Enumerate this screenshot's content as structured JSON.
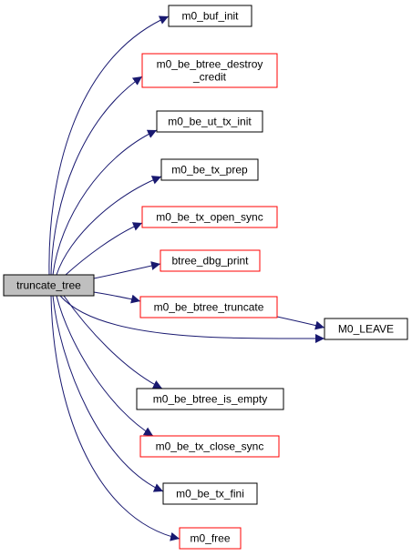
{
  "graph": {
    "root": {
      "id": "truncate_tree",
      "label": [
        "truncate_tree"
      ]
    },
    "nodes": [
      {
        "id": "m0_buf_init",
        "label": [
          "m0_buf_init"
        ],
        "border": "black"
      },
      {
        "id": "m0_be_btree_destroy_credit",
        "label": [
          "m0_be_btree_destroy",
          "_credit"
        ],
        "border": "red"
      },
      {
        "id": "m0_be_ut_tx_init",
        "label": [
          "m0_be_ut_tx_init"
        ],
        "border": "black"
      },
      {
        "id": "m0_be_tx_prep",
        "label": [
          "m0_be_tx_prep"
        ],
        "border": "black"
      },
      {
        "id": "m0_be_tx_open_sync",
        "label": [
          "m0_be_tx_open_sync"
        ],
        "border": "red"
      },
      {
        "id": "btree_dbg_print",
        "label": [
          "btree_dbg_print"
        ],
        "border": "red"
      },
      {
        "id": "m0_be_btree_truncate",
        "label": [
          "m0_be_btree_truncate"
        ],
        "border": "red"
      },
      {
        "id": "M0_LEAVE",
        "label": [
          "M0_LEAVE"
        ],
        "border": "black"
      },
      {
        "id": "m0_be_btree_is_empty",
        "label": [
          "m0_be_btree_is_empty"
        ],
        "border": "black"
      },
      {
        "id": "m0_be_tx_close_sync",
        "label": [
          "m0_be_tx_close_sync"
        ],
        "border": "red"
      },
      {
        "id": "m0_be_tx_fini",
        "label": [
          "m0_be_tx_fini"
        ],
        "border": "black"
      },
      {
        "id": "m0_free",
        "label": [
          "m0_free"
        ],
        "border": "red"
      }
    ],
    "edges": [
      {
        "from": "truncate_tree",
        "to": "m0_buf_init"
      },
      {
        "from": "truncate_tree",
        "to": "m0_be_btree_destroy_credit"
      },
      {
        "from": "truncate_tree",
        "to": "m0_be_ut_tx_init"
      },
      {
        "from": "truncate_tree",
        "to": "m0_be_tx_prep"
      },
      {
        "from": "truncate_tree",
        "to": "m0_be_tx_open_sync"
      },
      {
        "from": "truncate_tree",
        "to": "btree_dbg_print"
      },
      {
        "from": "truncate_tree",
        "to": "m0_be_btree_truncate"
      },
      {
        "from": "truncate_tree",
        "to": "M0_LEAVE"
      },
      {
        "from": "m0_be_btree_truncate",
        "to": "M0_LEAVE"
      },
      {
        "from": "truncate_tree",
        "to": "m0_be_btree_is_empty"
      },
      {
        "from": "truncate_tree",
        "to": "m0_be_tx_close_sync"
      },
      {
        "from": "truncate_tree",
        "to": "m0_be_tx_fini"
      },
      {
        "from": "truncate_tree",
        "to": "m0_free"
      }
    ],
    "colors": {
      "edge": "#191970",
      "border_black": "#000000",
      "border_red": "#ff0000",
      "root_fill": "#bfbfbf",
      "node_fill": "#ffffff"
    }
  }
}
